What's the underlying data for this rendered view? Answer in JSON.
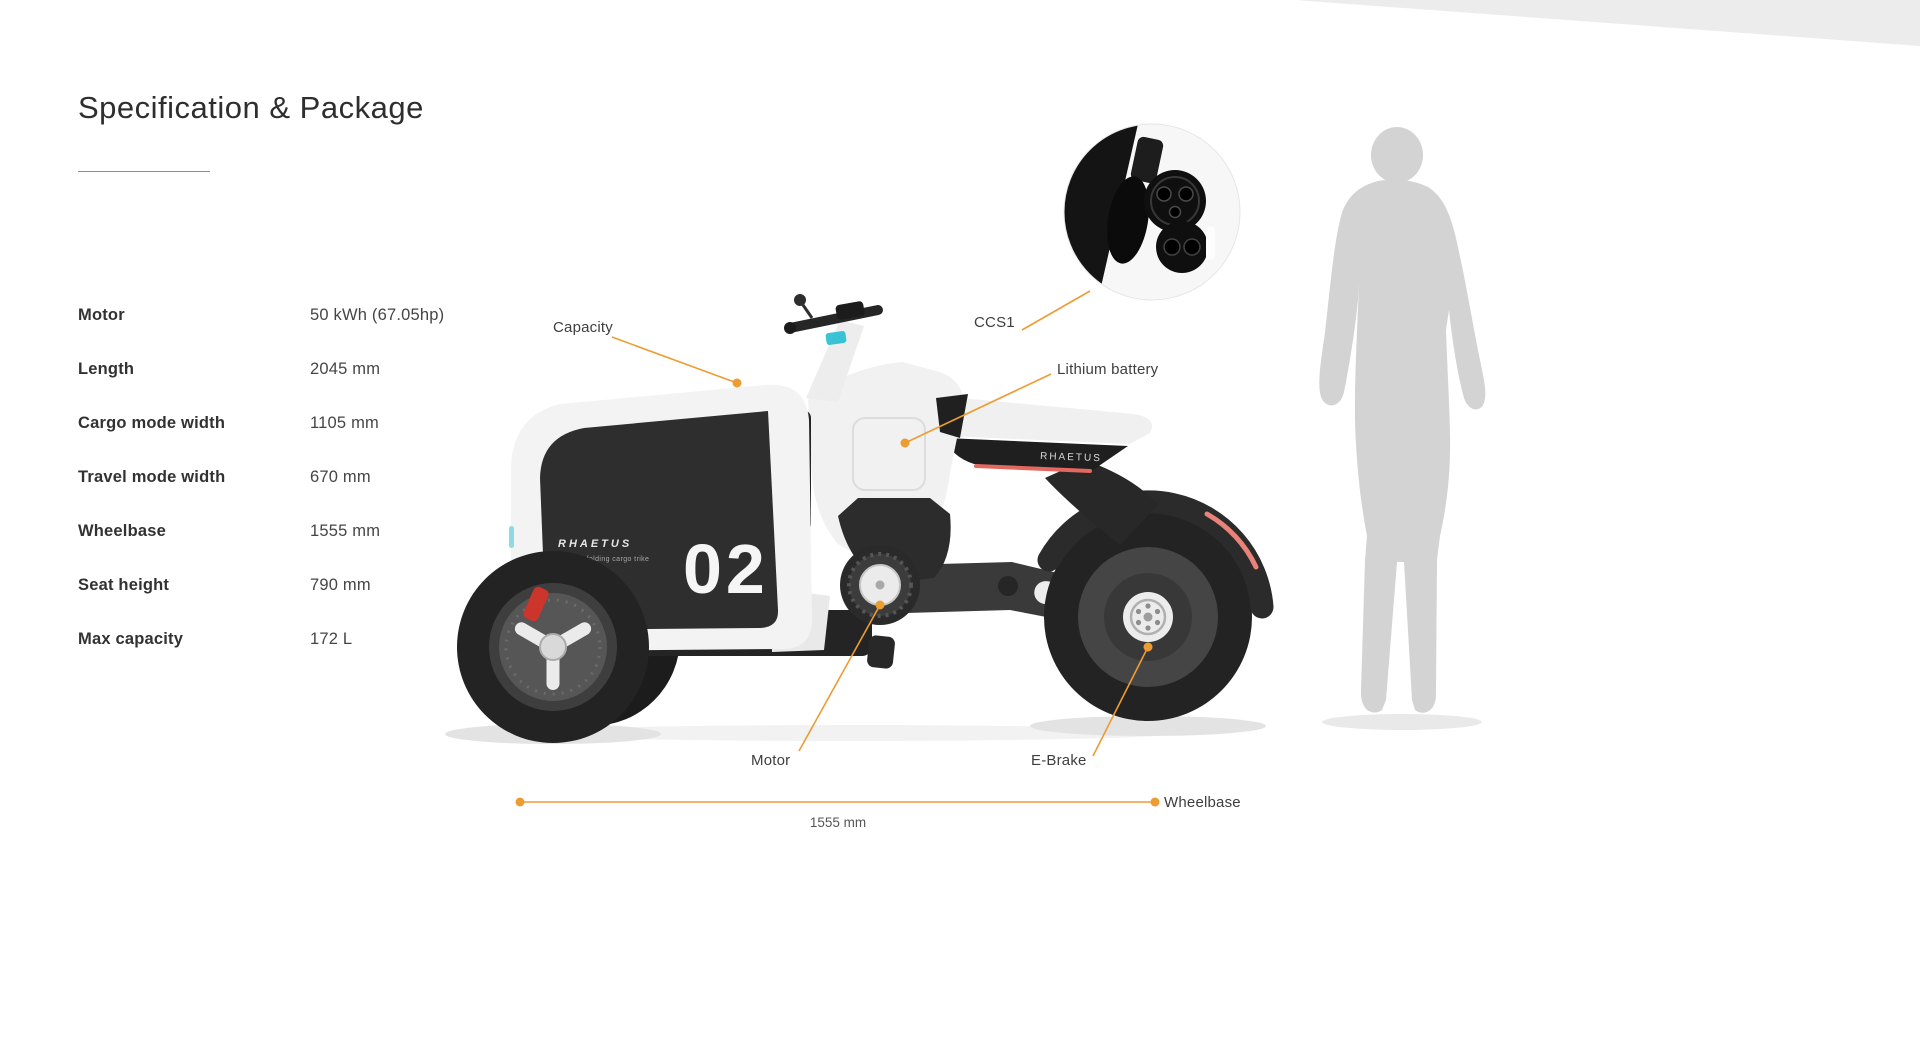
{
  "page": {
    "title": "Specification & Package"
  },
  "specs": [
    {
      "label": "Motor",
      "value": "50 kWh (67.05hp)"
    },
    {
      "label": "Length",
      "value": "2045 mm"
    },
    {
      "label": "Cargo mode width",
      "value": "1105 mm"
    },
    {
      "label": "Travel mode width",
      "value": "670 mm"
    },
    {
      "label": "Wheelbase",
      "value": "1555 mm"
    },
    {
      "label": "Seat height",
      "value": "790 mm"
    },
    {
      "label": "Max capacity",
      "value": "172 L"
    }
  ],
  "callouts": {
    "capacity": "Capacity",
    "ccs1": "CCS1",
    "lithium_battery": "Lithium battery",
    "motor": "Motor",
    "e_brake": "E-Brake",
    "wheelbase": "Wheelbase",
    "wheelbase_value": "1555 mm"
  },
  "vehicle": {
    "brand": "RHAETUS",
    "model_number": "02",
    "tagline": "Electric folding cargo trike"
  },
  "colors": {
    "accent_orange": "#ED9C32",
    "silhouette_gray": "#D3D3D3",
    "caliper_red": "#CC352B",
    "tail_accent_red": "#E4685F",
    "led_cyan": "#8FD9E4",
    "led_yellow": "#D6E26B"
  }
}
